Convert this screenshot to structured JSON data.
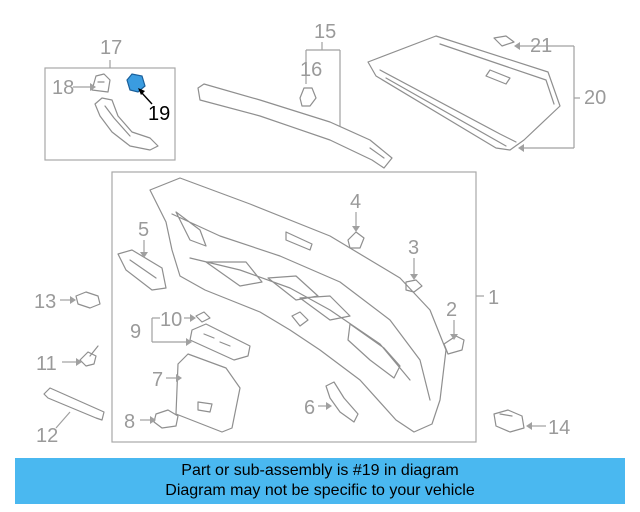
{
  "diagram": {
    "callouts": {
      "n1": "1",
      "n2": "2",
      "n3": "3",
      "n4": "4",
      "n5": "5",
      "n6": "6",
      "n7": "7",
      "n8": "8",
      "n9": "9",
      "n10": "10",
      "n11": "11",
      "n12": "12",
      "n13": "13",
      "n14": "14",
      "n15": "15",
      "n16": "16",
      "n17": "17",
      "n18": "18",
      "n19": "19",
      "n20": "20",
      "n21": "21"
    },
    "highlight_color": "#3a9ce0"
  },
  "banner": {
    "line1": "Part or sub-assembly is #19 in diagram",
    "line2": "Diagram may not be specific to your vehicle",
    "background": "#4ab8f0"
  }
}
